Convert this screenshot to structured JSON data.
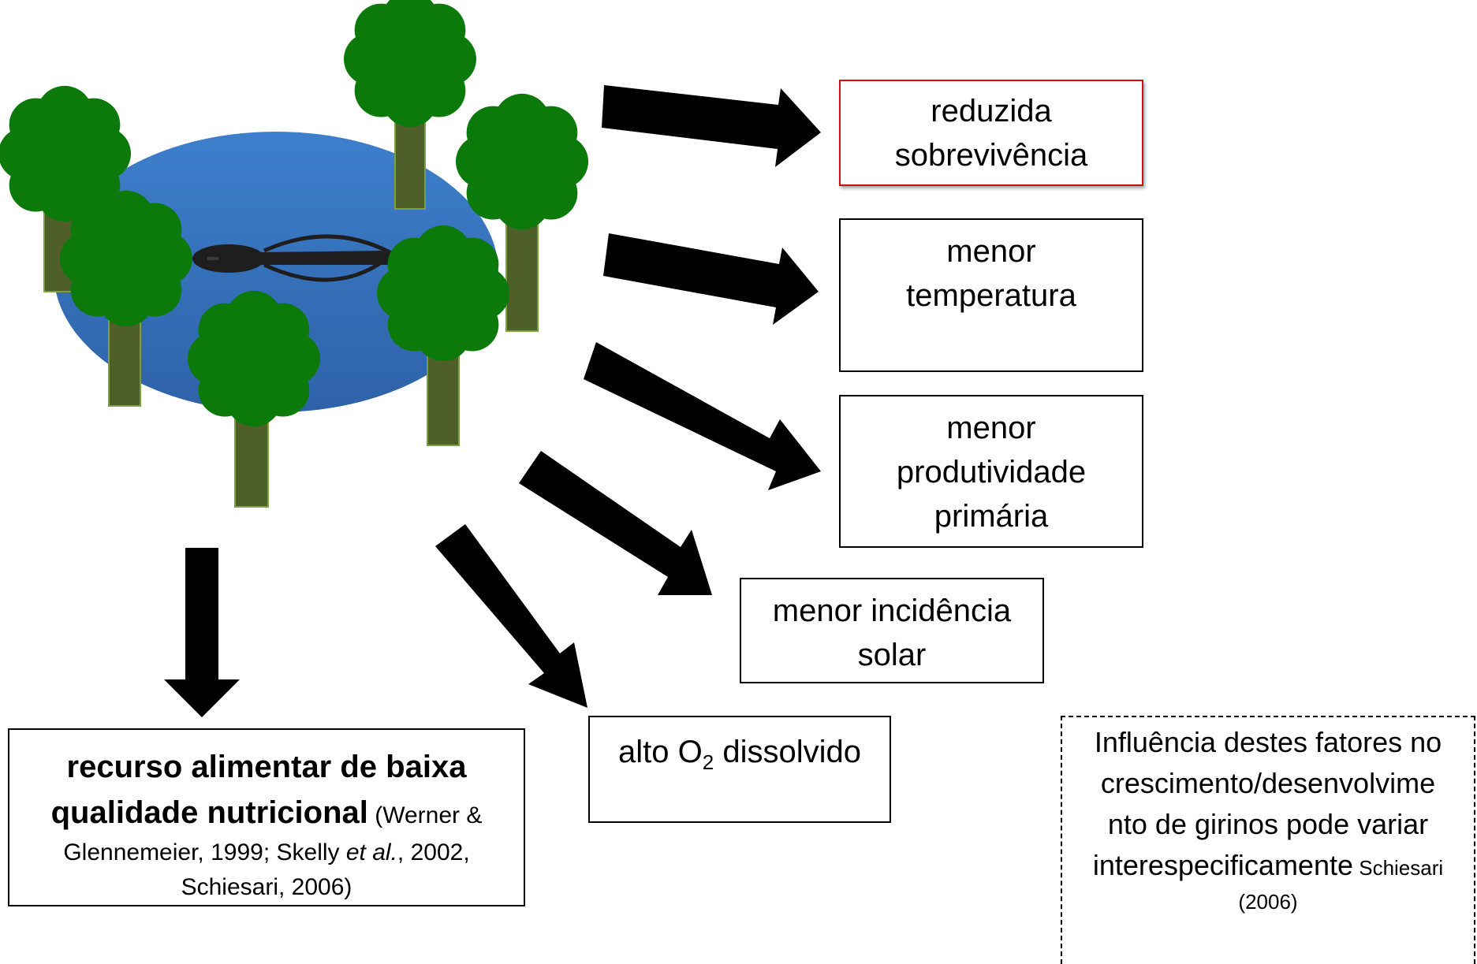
{
  "colors": {
    "pond": "#3a78c4",
    "foliage": "#0b7a0b",
    "trunk": "#4e5f2a",
    "arrow": "#000000",
    "highlight_border": "#d01010"
  },
  "icons": [
    "pond",
    "tree",
    "tadpole",
    "arrow"
  ],
  "boxes": {
    "survival": {
      "line1": "reduzida",
      "line2": "sobrevivência"
    },
    "temperature": {
      "line1": "menor",
      "line2": "temperatura"
    },
    "productivity": {
      "line1": "menor",
      "line2": "produtividade",
      "line3": "primária"
    },
    "solar": {
      "line1": "menor incidência",
      "line2": "solar"
    },
    "oxygen": {
      "prefix": "alto O",
      "subscript": "2",
      "suffix": " dissolvido"
    },
    "food": {
      "bold1": "recurso alimentar de baixa",
      "bold2": "qualidade nutricional",
      "ref1": " (Werner &",
      "ref2a": "Glennemeier, 1999; Skelly ",
      "ref2b": "et al.",
      "ref2c": ", 2002,",
      "ref3": "Schiesari, 2006)"
    }
  },
  "note": {
    "line1": "Influência destes fatores no",
    "line2": "crescimento/desenvolvime",
    "line3": "nto de girinos pode variar",
    "line4": "interespecificamente",
    "citation": " Schiesari",
    "year": "(2006)"
  }
}
